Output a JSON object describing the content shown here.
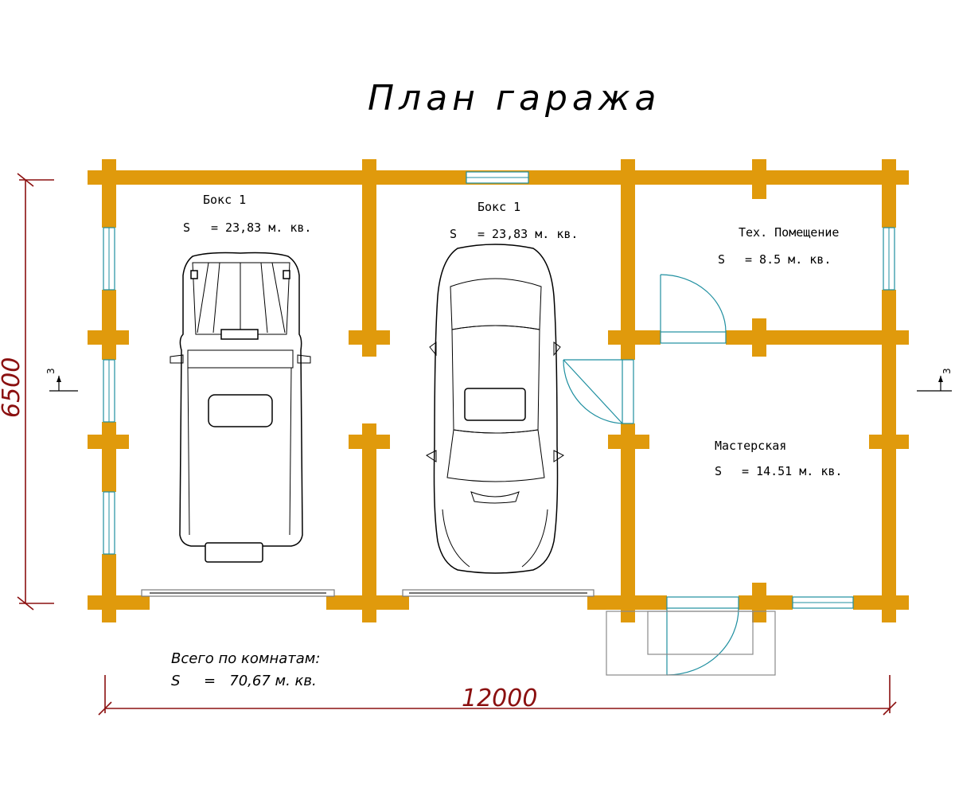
{
  "title": "План гаража",
  "rooms": {
    "box1_left": {
      "name": "Бокс 1",
      "area_label": "S",
      "area_value": "= 23,83 м. кв."
    },
    "box1_right": {
      "name": "Бокс 1",
      "area_label": "S",
      "area_value": "= 23,83 м. кв."
    },
    "tech_room": {
      "name": "Тех. Помещение",
      "area_label": "S",
      "area_value": "= 8.5 м. кв."
    },
    "workshop": {
      "name": "Мастерская",
      "area_label": "S",
      "area_value": "= 14.51 м. кв."
    }
  },
  "total": {
    "heading": "Всего по комнатам:",
    "area_label": "S",
    "area_value": "=   70,67 м. кв."
  },
  "dimensions": {
    "width": "12000",
    "height": "6500"
  },
  "section_marks": {
    "left": "3",
    "right": "3"
  },
  "colors": {
    "wall": "#e09a0c",
    "window_door": "#1f8fa0",
    "dimension": "#8b1010"
  }
}
